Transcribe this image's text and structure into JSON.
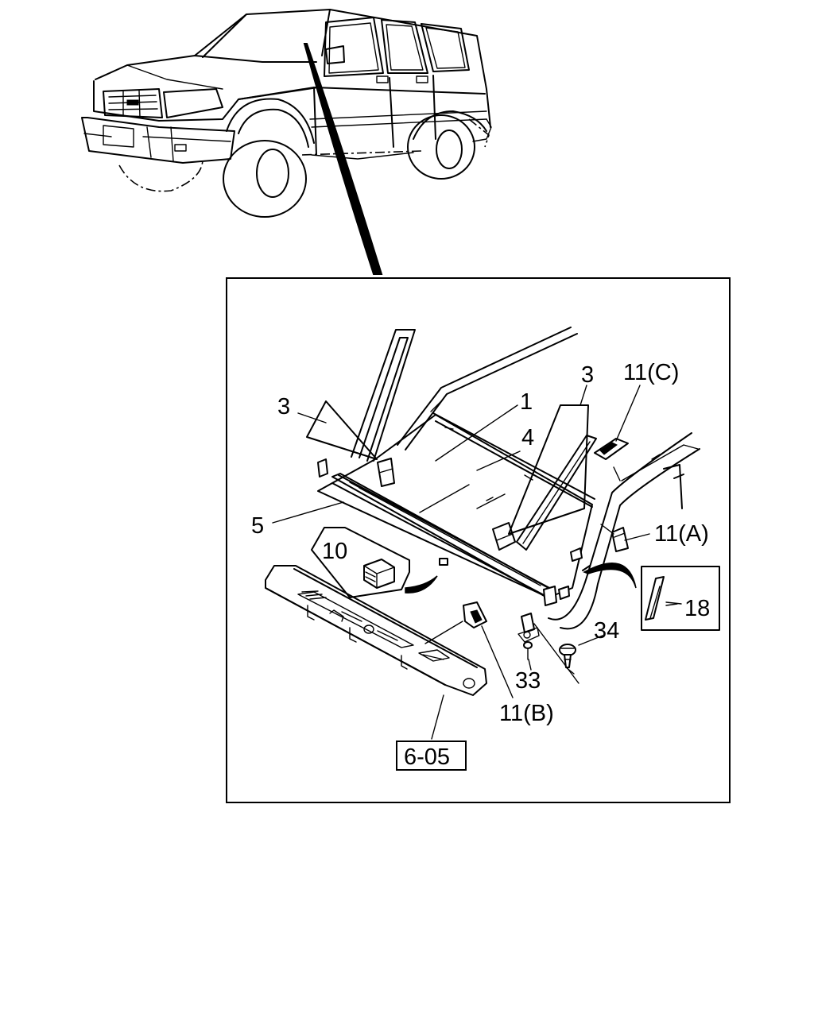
{
  "callouts": {
    "windshield_glass": "1",
    "molding_left": "3",
    "molding_right": "3",
    "molding_upper": "4",
    "molding_lower": "5",
    "spacer": "10",
    "clip_a": "11(A)",
    "clip_b": "11(B)",
    "clip_c": "11(C)",
    "dam": "18",
    "bolt_33": "33",
    "screw_34": "34"
  },
  "reference": {
    "cowl_ref": "6-05"
  }
}
